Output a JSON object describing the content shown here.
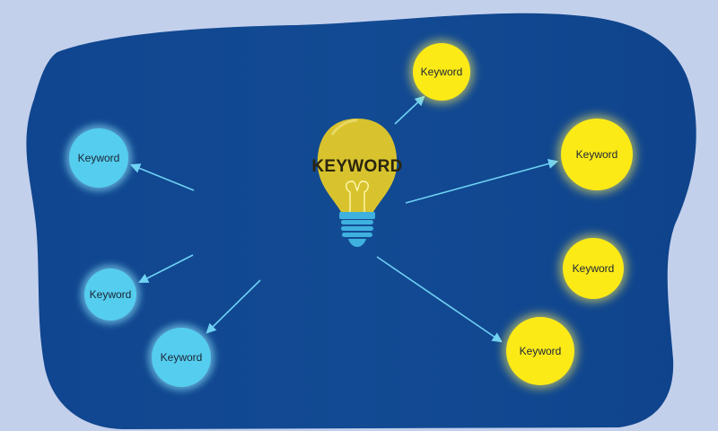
{
  "colors": {
    "background": "#c3d0ec",
    "blob": "#10468f",
    "yellow_node": "#fcea17",
    "blue_node": "#55cdee",
    "arrow": "#6fd1f4",
    "bulb": "#d8c32e"
  },
  "center": {
    "label": "KEYWORD",
    "icon": "lightbulb-icon"
  },
  "yellow_nodes": [
    {
      "label": "Keyword"
    },
    {
      "label": "Keyword"
    },
    {
      "label": "Keyword"
    },
    {
      "label": "Keyword"
    }
  ],
  "blue_nodes": [
    {
      "label": "Keyword"
    },
    {
      "label": "Keyword"
    },
    {
      "label": "Keyword"
    }
  ]
}
